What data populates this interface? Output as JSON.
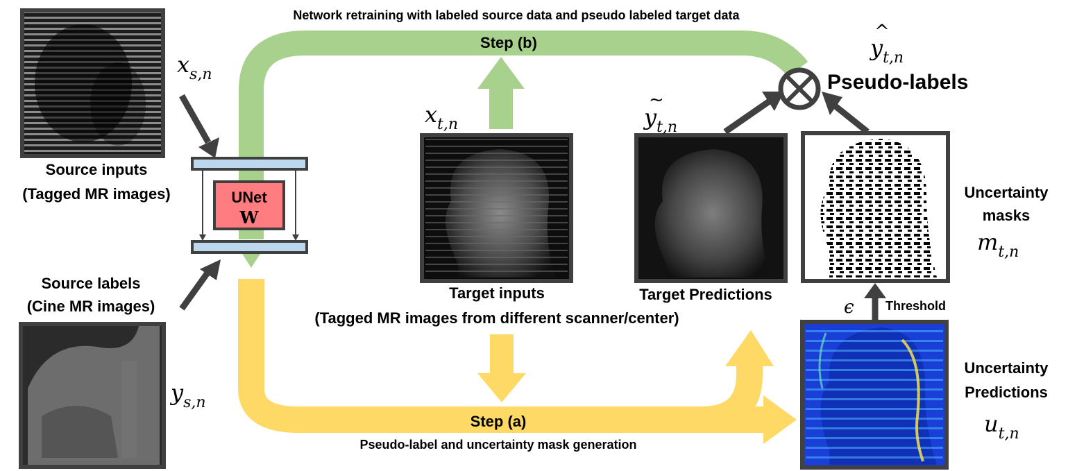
{
  "top_caption": "Network retraining with labeled source data and pseudo labeled target data",
  "step_b": "Step (b)",
  "step_a": "Step (a)",
  "step_a_caption": "Pseudo-label and uncertainty mask generation",
  "source_inputs": {
    "line1": "Source inputs",
    "line2": "(Tagged MR images)",
    "sym": "x",
    "sub": "s,n"
  },
  "source_labels": {
    "line1": "Source labels",
    "line2": "(Cine MR images)",
    "sym": "y",
    "sub": "s,n"
  },
  "unet": {
    "line1": "UNet",
    "line2": "W"
  },
  "target_inputs": {
    "line1": "Target inputs",
    "line2": "(Tagged MR images from different scanner/center)",
    "sym": "x",
    "sub": "t,n"
  },
  "target_predictions": {
    "label": "Target Predictions",
    "sym": "y",
    "accent": "~",
    "sub": "t,n"
  },
  "pseudo_labels": {
    "label": "Pseudo-labels",
    "sym": "y",
    "accent": "^",
    "sub": "t,n"
  },
  "uncertainty_masks": {
    "line1": "Uncertainty",
    "line2": "masks",
    "sym": "m",
    "sub": "t,n"
  },
  "uncertainty_predictions": {
    "line1": "Uncertainty",
    "line2": "Predictions",
    "sym": "u",
    "sub": "t,n"
  },
  "threshold": {
    "label": "Threshold",
    "epsilon": "ϵ"
  },
  "colors": {
    "green": "#a9d18e",
    "yellow": "#ffd966",
    "frame": "#404040",
    "unet_fill": "#ff7c80",
    "bar_fill": "#bdd7ee",
    "arrow_dark": "#404040",
    "heat_bg": "#1a3fd6"
  }
}
